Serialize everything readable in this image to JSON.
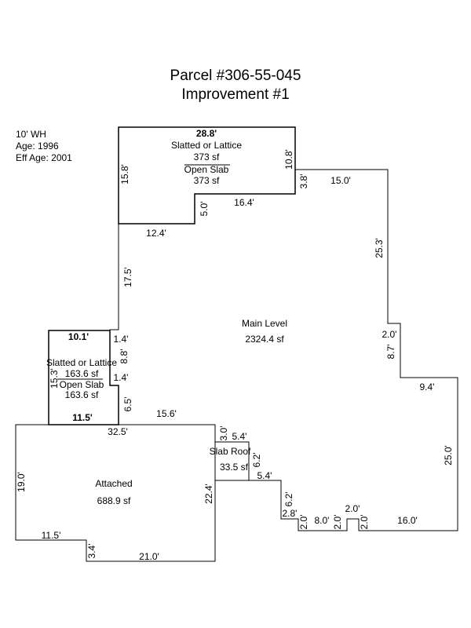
{
  "header": {
    "parcel": "Parcel #306-55-045",
    "improvement": "Improvement #1"
  },
  "info": {
    "wh": "10' WH",
    "age": "Age: 1996",
    "eff_age": "Eff Age: 2001"
  },
  "areas": {
    "top_porch": {
      "line1": "Slatted or Lattice",
      "sf1": "373 sf",
      "line2": "Open Slab",
      "sf2": "373 sf"
    },
    "left_porch": {
      "line1": "Slatted or Lattice",
      "sf1": "163.6 sf",
      "line2": "Open Slab",
      "sf2": "163.6 sf"
    },
    "main": {
      "name": "Main Level",
      "sf": "2324.4 sf"
    },
    "garage": {
      "name": "Attached",
      "sf": "688.9 sf"
    },
    "slab_roof": {
      "name": "Slab Roof",
      "sf": "33.5 sf"
    }
  },
  "dims": {
    "top_w": "28.8'",
    "top_left": "15.8'",
    "top_right": "10.8'",
    "d_3_8": "3.8'",
    "d_15_0": "15.0'",
    "d_5_0": "5.0'",
    "d_16_4": "16.4'",
    "d_12_4": "12.4'",
    "d_25_3": "25.3'",
    "d_17_5": "17.5'",
    "d_2_0_r": "2.0'",
    "d_8_7": "8.7'",
    "d_9_4": "9.4'",
    "d_10_1": "10.1'",
    "d_1_4_a": "1.4'",
    "d_8_8": "8.8'",
    "d_1_4_b": "1.4'",
    "d_15_3": "15.3'",
    "d_6_5": "6.5'",
    "d_11_5_top": "11.5'",
    "d_15_6": "15.6'",
    "d_32_5": "32.5'",
    "d_3_0": "3.0'",
    "d_5_4_a": "5.4'",
    "d_6_2_a": "6.2'",
    "d_5_4_b": "5.4'",
    "d_25_0": "25.0'",
    "d_19_0": "19.0'",
    "d_22_4": "22.4'",
    "d_6_2_b": "6.2'",
    "d_2_8": "2.8'",
    "d_2_0_a": "2.0'",
    "d_8_0": "8.0'",
    "d_2_0_b": "2.0'",
    "d_2_0_c": "2.0'",
    "d_2_0_d": "2.0'",
    "d_16_0": "16.0'",
    "d_11_5_bot": "11.5'",
    "d_3_4": "3.4'",
    "d_21_0": "21.0'"
  }
}
